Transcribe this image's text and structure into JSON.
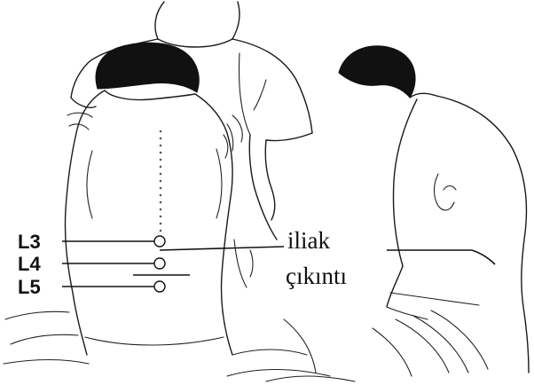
{
  "figure": {
    "levels": [
      {
        "name": "L3"
      },
      {
        "name": "L4"
      },
      {
        "name": "L5"
      }
    ],
    "term_line1": "iliak",
    "term_line2": "çıkıntı",
    "ink_color": "#111111"
  }
}
